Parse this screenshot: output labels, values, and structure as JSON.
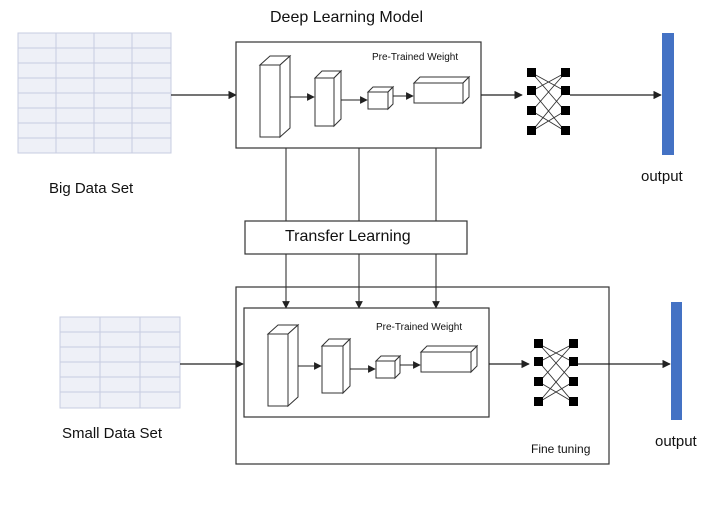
{
  "top": {
    "title": "Deep Learning Model",
    "weight_label": "Pre-Trained Weight",
    "dataset_label": "Big Data Set",
    "output_label": "output"
  },
  "middle": {
    "transfer_label": "Transfer Learning"
  },
  "bottom": {
    "weight_label": "Pre-Trained Weight",
    "dataset_label": "Small Data Set",
    "output_label": "output",
    "finetune_label": "Fine tuning"
  },
  "colors": {
    "grid_fill": "#eef0f7",
    "grid_line": "#c7cce0",
    "output_bar": "#4472c4",
    "node": "#000000"
  }
}
